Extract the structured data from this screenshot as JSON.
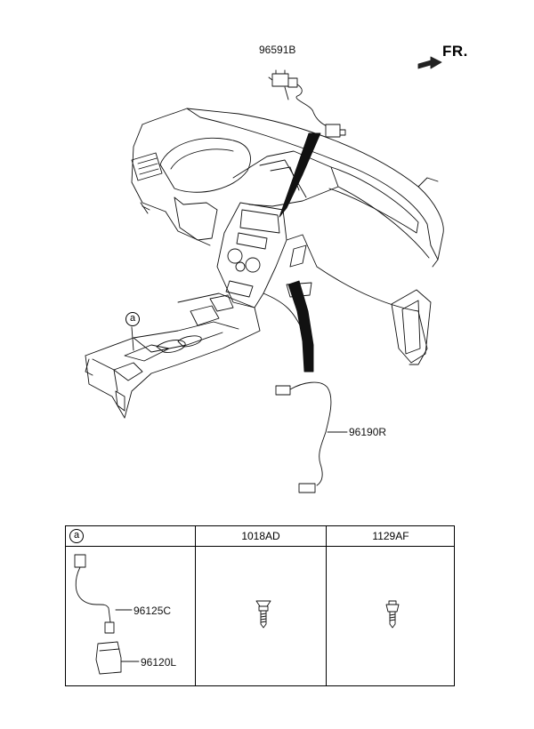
{
  "orientation": {
    "label": "FR."
  },
  "parts": {
    "upper_harness": "96591B",
    "lower_harness": "96190R",
    "callout": "a"
  },
  "table": {
    "header_a": "a",
    "header_col2": "1018AD",
    "header_col3": "1129AF",
    "cell_a_parts": [
      "96125C",
      "96120L"
    ]
  }
}
